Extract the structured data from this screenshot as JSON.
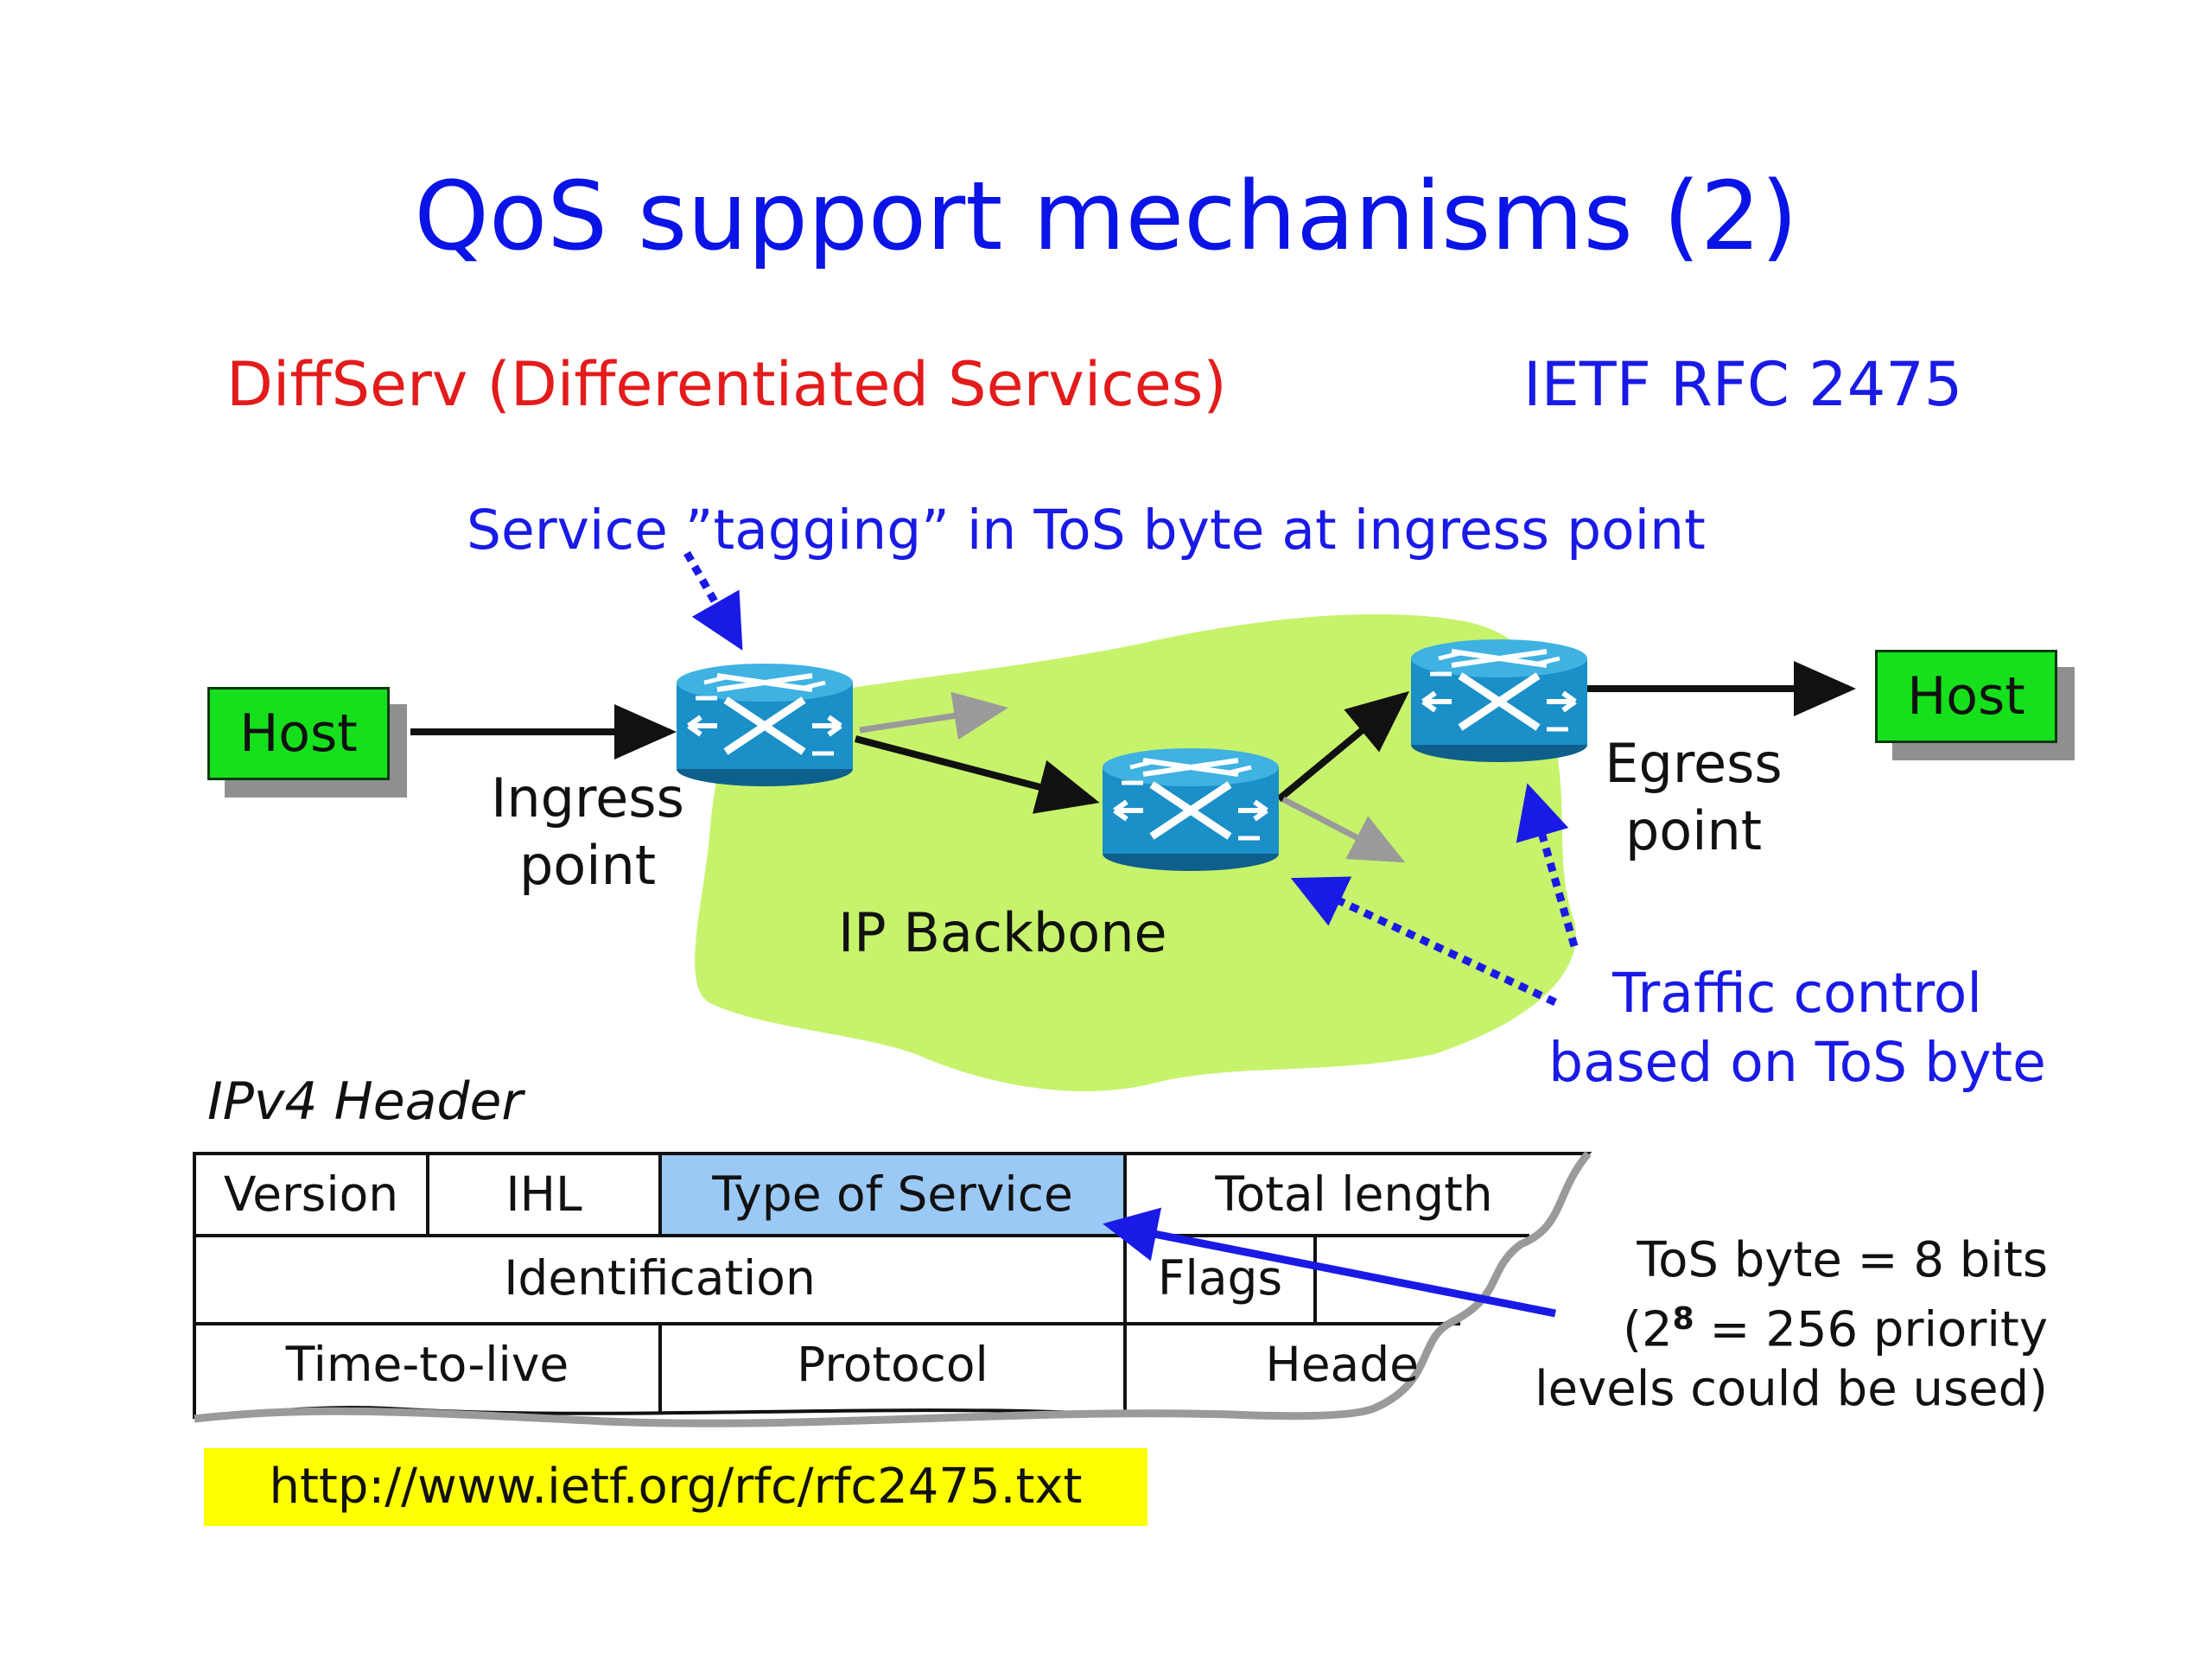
{
  "slide": {
    "title": "QoS support mechanisms (2)",
    "subtitle": "DiffServ (Differentiated Services)",
    "rfc_label": "IETF RFC 2475",
    "tagging_note": "Service ”tagging” in ToS byte at ingress point"
  },
  "network": {
    "host_left": "Host",
    "host_right": "Host",
    "ingress_line1": "Ingress",
    "ingress_line2": "point",
    "egress_line1": "Egress",
    "egress_line2": "point",
    "backbone_label": "IP Backbone",
    "traffic_note_line1": "Traffic control",
    "traffic_note_line2": "based on ToS byte"
  },
  "ipv4": {
    "label": "IPv4 Header",
    "row1": [
      "Version",
      "IHL",
      "Type of Service",
      "Total length"
    ],
    "row2": [
      "Identification",
      "Flags",
      ""
    ],
    "row3": [
      "Time-to-live",
      "Protocol",
      "Heade"
    ]
  },
  "tos_note": {
    "line1": "ToS byte = 8 bits",
    "line2_prefix": "(2",
    "line2_sup": "8",
    "line2_suffix": " = 256 priority",
    "line3": "levels could be used)"
  },
  "url": "http://www.ietf.org/rfc/rfc2475.txt",
  "colors": {
    "title_blue": "#0a14e6",
    "subtitle_red": "#e31b1b",
    "host_green": "#16e01c",
    "backbone_green": "#c6f36b",
    "router_blue": "#1a8fc8",
    "tos_cell_blue": "#9bc9f5",
    "url_yellow": "#ffff00"
  },
  "icons": {
    "router": "router-icon"
  }
}
